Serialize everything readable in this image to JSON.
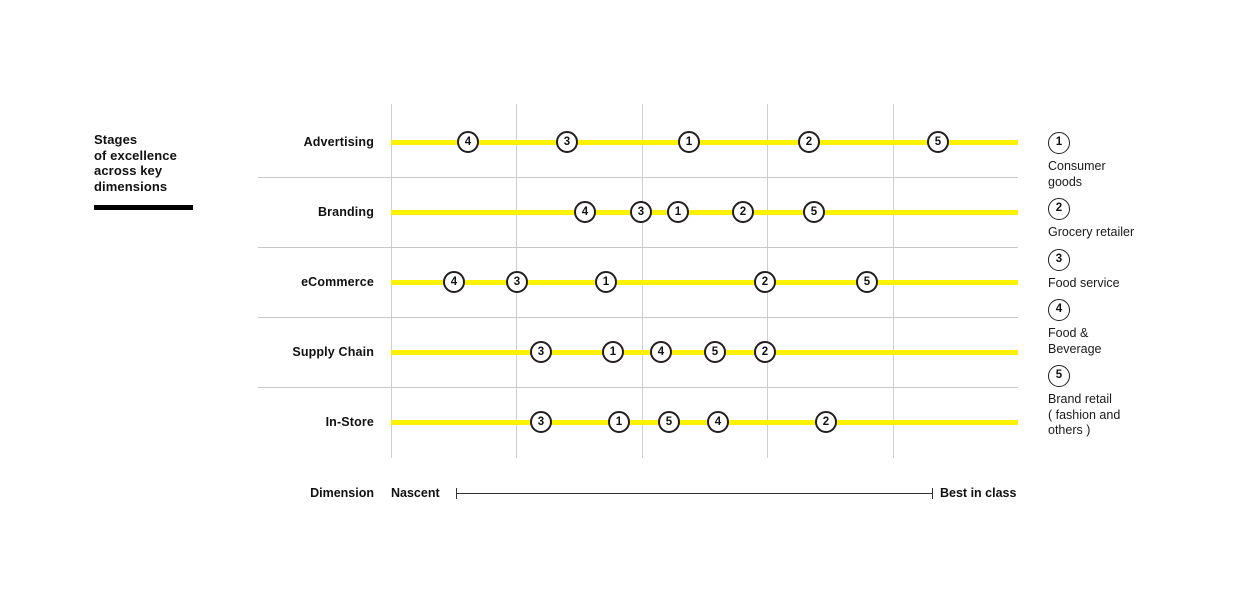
{
  "title": {
    "lines": [
      "Stages",
      "of excellence",
      "across key",
      "dimensions"
    ]
  },
  "axis": {
    "dimension_label": "Dimension",
    "low_label": "Nascent",
    "high_label": "Best in class"
  },
  "legend": {
    "items": [
      {
        "id": "1",
        "label": "Consumer\ngoods"
      },
      {
        "id": "2",
        "label": "Grocery retailer"
      },
      {
        "id": "3",
        "label": "Food service"
      },
      {
        "id": "4",
        "label": "Food &\nBeverage"
      },
      {
        "id": "5",
        "label": "Brand retail\n( fashion and\nothers )"
      }
    ]
  },
  "chart_data": {
    "type": "scatter",
    "title": "Stages of excellence across key dimensions",
    "xlabel": "Dimension",
    "ylabel": "",
    "xlim": [
      0,
      100
    ],
    "grid": true,
    "legend_position": "right",
    "x_axis_annotations": {
      "left": "Nascent",
      "right": "Best in class"
    },
    "x_gridlines": [
      0,
      20,
      40,
      60,
      80
    ],
    "categories": [
      "Advertising",
      "Branding",
      "eCommerce",
      "Supply Chain",
      "In-Store"
    ],
    "series": [
      {
        "name": "Consumer goods",
        "id": "1",
        "values": [
          47.6,
          45.8,
          34.3,
          35.4,
          36.4
        ]
      },
      {
        "name": "Grocery retailer",
        "id": "2",
        "values": [
          66.7,
          56.1,
          59.7,
          59.7,
          69.4
        ]
      },
      {
        "name": "Food service",
        "id": "3",
        "values": [
          28.0,
          39.9,
          20.1,
          24.0,
          24.0
        ]
      },
      {
        "name": "Food & Beverage",
        "id": "4",
        "values": [
          12.3,
          30.9,
          10.0,
          43.1,
          52.1
        ]
      },
      {
        "name": "Brand retail ( fashion and others )",
        "id": "5",
        "values": [
          87.2,
          67.4,
          75.9,
          51.7,
          44.3
        ]
      }
    ],
    "rows": [
      {
        "label": "Advertising",
        "points": [
          {
            "id": "4",
            "x": 12.3
          },
          {
            "id": "3",
            "x": 28.0
          },
          {
            "id": "1",
            "x": 47.6
          },
          {
            "id": "2",
            "x": 66.7
          },
          {
            "id": "5",
            "x": 87.2
          }
        ]
      },
      {
        "label": "Branding",
        "points": [
          {
            "id": "4",
            "x": 30.9
          },
          {
            "id": "3",
            "x": 39.9
          },
          {
            "id": "1",
            "x": 45.8
          },
          {
            "id": "2",
            "x": 56.1
          },
          {
            "id": "5",
            "x": 67.4
          }
        ]
      },
      {
        "label": "eCommerce",
        "points": [
          {
            "id": "4",
            "x": 10.0
          },
          {
            "id": "3",
            "x": 20.1
          },
          {
            "id": "1",
            "x": 34.3
          },
          {
            "id": "2",
            "x": 59.7
          },
          {
            "id": "5",
            "x": 75.9
          }
        ]
      },
      {
        "label": "Supply Chain",
        "points": [
          {
            "id": "3",
            "x": 24.0
          },
          {
            "id": "1",
            "x": 35.4
          },
          {
            "id": "4",
            "x": 43.1
          },
          {
            "id": "5",
            "x": 51.7
          },
          {
            "id": "2",
            "x": 59.7
          }
        ]
      },
      {
        "label": "In-Store",
        "points": [
          {
            "id": "3",
            "x": 24.0
          },
          {
            "id": "1",
            "x": 36.4
          },
          {
            "id": "5",
            "x": 44.3
          },
          {
            "id": "4",
            "x": 52.1
          },
          {
            "id": "2",
            "x": 69.4
          }
        ]
      }
    ]
  },
  "colors": {
    "track": "#FFF200",
    "marker_border": "#231f20",
    "gridline": "#cfcfcf",
    "separator": "#c9c9c9",
    "text": "#111111"
  }
}
